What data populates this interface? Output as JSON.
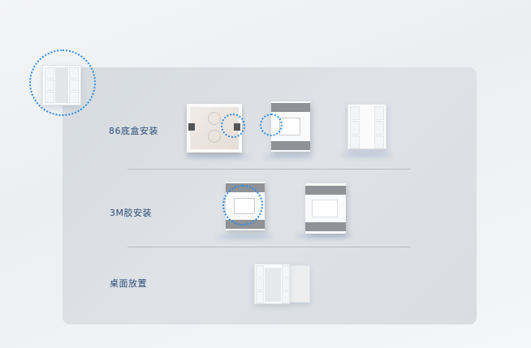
{
  "install_methods": [
    {
      "label": "86底盒安装"
    },
    {
      "label": "3M胶安装"
    },
    {
      "label": "桌面放置"
    }
  ],
  "colors": {
    "accent": "#2f8fe8",
    "label": "#2b4d78",
    "panel": "#d9dde1"
  }
}
